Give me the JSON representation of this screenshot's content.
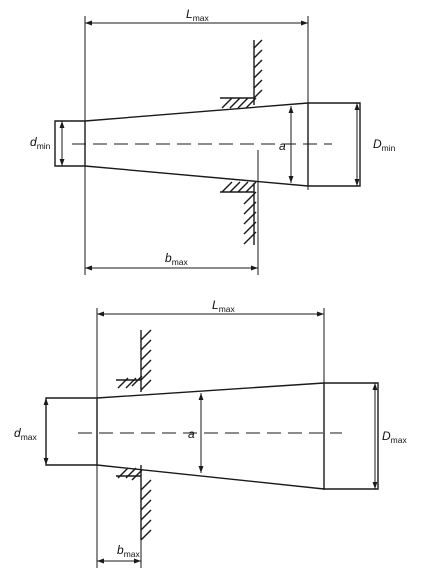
{
  "top_diagram": {
    "L": "L",
    "L_sub": "max",
    "b": "b",
    "b_sub": "max",
    "d": "d",
    "d_sub": "min",
    "D": "D",
    "D_sub": "min",
    "a": "a"
  },
  "bottom_diagram": {
    "L": "L",
    "L_sub": "max",
    "b": "b",
    "b_sub": "max",
    "d": "d",
    "d_sub": "max",
    "D": "D",
    "D_sub": "max",
    "a": "a"
  }
}
